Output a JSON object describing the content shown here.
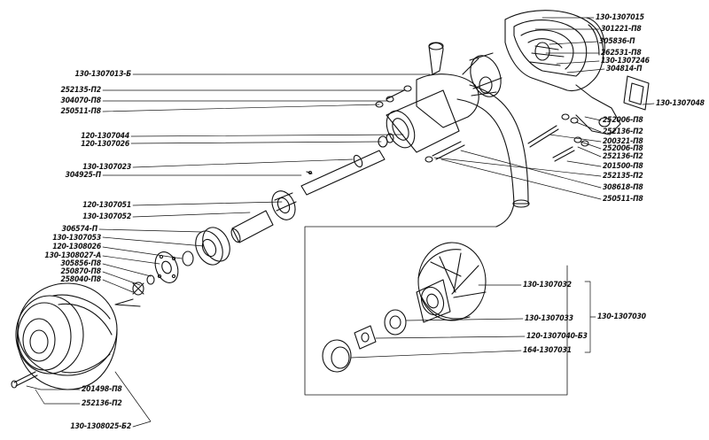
{
  "left_labels": [
    "130-1307013-Б",
    "252135-П2",
    "304070-П8",
    "250511-П8",
    "120-1307044",
    "120-1307026",
    "130-1307023",
    "304925-П",
    "120-1307051",
    "130-1307052",
    "306574-П",
    "130-1307053",
    "120-1308026",
    "130-1308027-А",
    "305856-П8",
    "250870-П8",
    "258040-П8"
  ],
  "right_top_labels": [
    "130-1307015",
    "301221-П8",
    "305836-П",
    "262531-П8",
    "130-1307246",
    "304814-П"
  ],
  "right_side_label": "130-1307048",
  "right_mid_labels": [
    "252006-П8",
    "252136-П2",
    "200321-П8",
    "252006-П8",
    "252136-П2",
    "201500-П8",
    "252135-П2",
    "308618-П8",
    "250511-П8"
  ],
  "inset_labels": [
    "130-1307032",
    "130-1307033",
    "120-1307040-Б3",
    "164-1307031"
  ],
  "inset_group_label": "130-1307030",
  "bottom_labels": [
    "201498-П8",
    "252136-П2",
    "130-1308025-Б2"
  ]
}
